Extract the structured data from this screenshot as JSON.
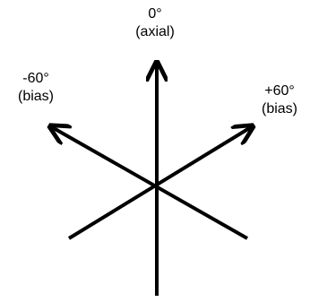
{
  "diagram": {
    "labels": {
      "axial": {
        "angle": "0°",
        "name": "(axial)"
      },
      "minus": {
        "angle": "-60°",
        "name": "(bias)"
      },
      "plus": {
        "angle": "+60°",
        "name": "(bias)"
      }
    },
    "colors": {
      "line": "#000000",
      "background": "#ffffff"
    }
  }
}
